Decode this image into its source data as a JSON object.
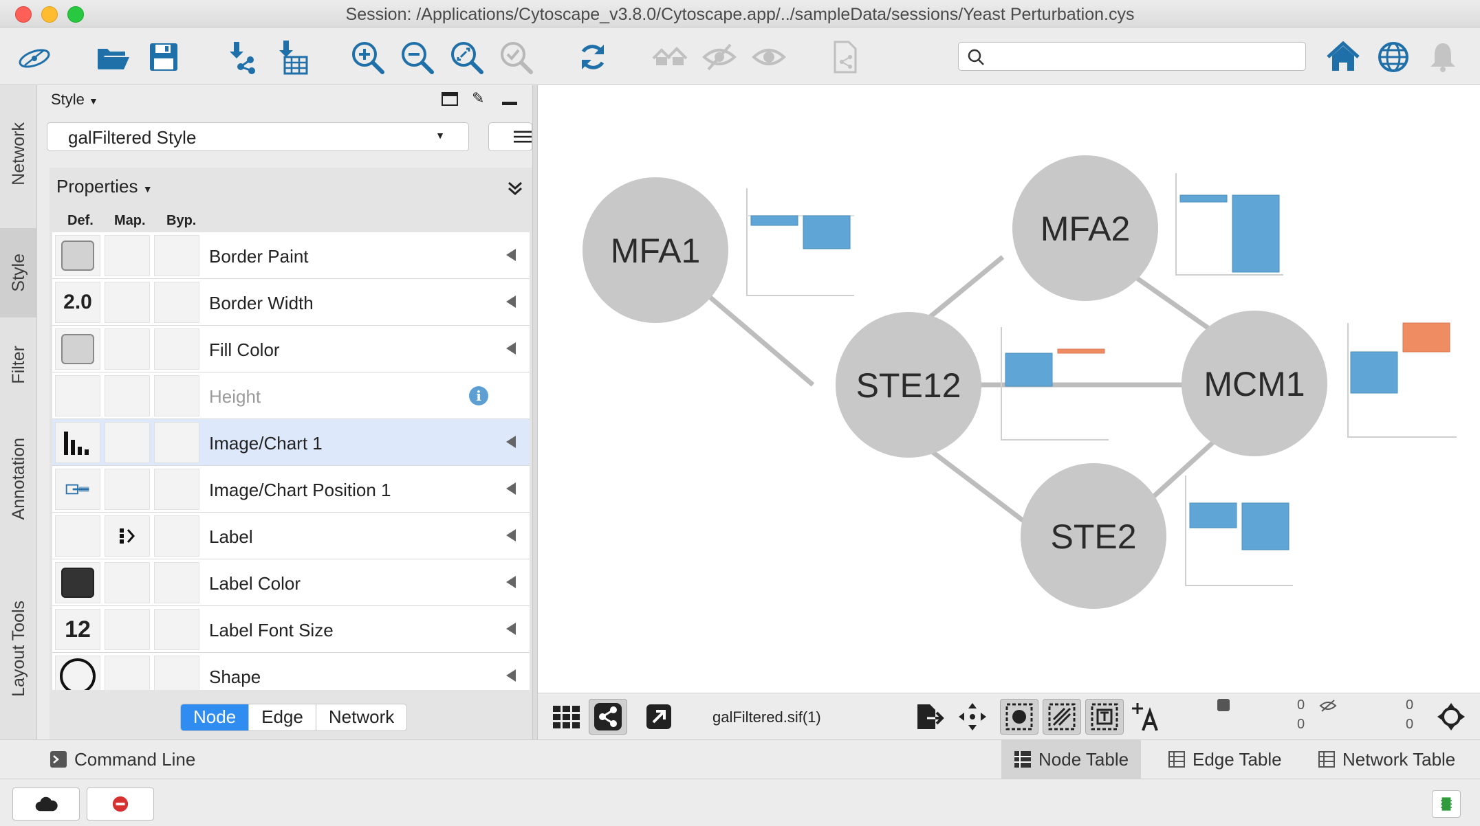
{
  "window": {
    "title": "Session: /Applications/Cytoscape_v3.8.0/Cytoscape.app/../sampleData/sessions/Yeast Perturbation.cys"
  },
  "toolbar": {
    "icons": [
      "cytoscape-logo-icon",
      "open-folder-icon",
      "save-icon",
      "import-network-icon",
      "import-table-icon",
      "zoom-in-icon",
      "zoom-out-icon",
      "zoom-fit-icon",
      "zoom-selected-icon",
      "refresh-icon",
      "home-disabled-icon",
      "hide-disabled-icon",
      "show-disabled-icon",
      "export-disabled-icon",
      "home-icon",
      "globe-icon",
      "bell-icon"
    ],
    "search_placeholder": ""
  },
  "side_tabs": [
    "Network",
    "Style",
    "Filter",
    "Annotation",
    "Layout Tools"
  ],
  "style_panel": {
    "header": "Style",
    "selected_style": "galFiltered Style",
    "properties_label": "Properties",
    "columns": [
      "Def.",
      "Map.",
      "Byp."
    ],
    "rows": [
      {
        "label": "Border Paint"
      },
      {
        "label": "Border Width",
        "def": "2.0"
      },
      {
        "label": "Fill Color"
      },
      {
        "label": "Height"
      },
      {
        "label": "Image/Chart 1"
      },
      {
        "label": "Image/Chart Position 1"
      },
      {
        "label": "Label"
      },
      {
        "label": "Label Color"
      },
      {
        "label": "Label Font Size",
        "def": "12"
      },
      {
        "label": "Shape"
      }
    ],
    "tabs": [
      "Node",
      "Edge",
      "Network"
    ],
    "active_tab": "Node"
  },
  "network": {
    "nodes": [
      "MFA1",
      "MFA2",
      "STE12",
      "MCM1",
      "STE2"
    ],
    "node_fill": "#c8c8c8",
    "bar_colors": {
      "negative": "#5fa6d6",
      "positive": "#ef8c62"
    },
    "edge_color": "#bdbdbd"
  },
  "network_bar": {
    "network_name": "galFiltered.sif(1)",
    "counts": {
      "nodes_selected": "0",
      "nodes_total": "0",
      "hidden_selected": "0",
      "hidden_total": "0"
    }
  },
  "bottom_tabs": {
    "command_line": "Command Line",
    "node_table": "Node Table",
    "edge_table": "Edge Table",
    "network_table": "Network Table"
  },
  "colors": {
    "accent": "#2f8cf0",
    "selected_row": "#dde8fb",
    "toolbar_blue": "#1f6fa8"
  }
}
